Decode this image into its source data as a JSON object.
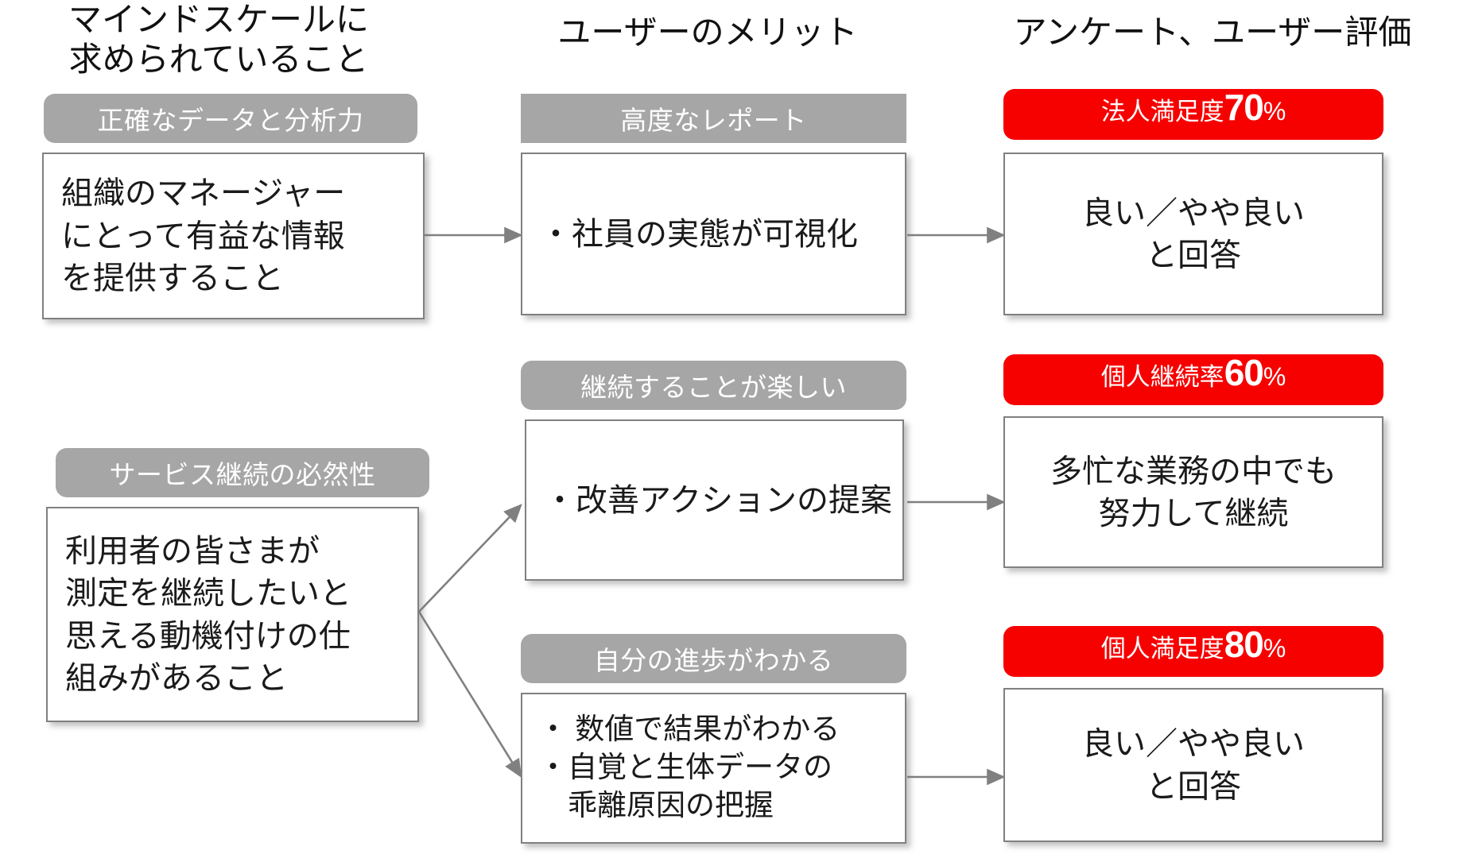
{
  "columns": [
    {
      "title": "マインドスケールに\n求められていること"
    },
    {
      "title": "ユーザーのメリット"
    },
    {
      "title": "アンケート、ユーザー評価"
    }
  ],
  "col1": {
    "items": [
      {
        "badge": "正確なデータと分析力",
        "body": "組織のマネージャー\nにとって有益な情報\nを提供すること"
      },
      {
        "badge": "サービス継続の必然性",
        "body": "利用者の皆さまが\n測定を継続したいと\n思える動機付けの仕\n組みがあること"
      }
    ]
  },
  "col2": {
    "items": [
      {
        "badge": "高度なレポート",
        "body": "・社員の実態が可視化"
      },
      {
        "badge": "継続することが楽しい",
        "body": "・改善アクションの提案"
      },
      {
        "badge": "自分の進歩がわかる",
        "body": "・ 数値で結果がわかる\n・自覚と生体データの\n　乖離原因の把握"
      }
    ]
  },
  "col3": {
    "items": [
      {
        "badge_label": "法人満足度",
        "badge_value": "70",
        "badge_sign": "%",
        "body": "良い／やや良い\nと回答"
      },
      {
        "badge_label": "個人継続率",
        "badge_value": "60",
        "badge_sign": "%",
        "body": "多忙な業務の中でも\n努力して継続"
      },
      {
        "badge_label": "個人満足度",
        "badge_value": "80",
        "badge_sign": "%",
        "body": "良い／やや良い\nと回答"
      }
    ]
  },
  "colors": {
    "badge_gray": "#a6a6a6",
    "badge_red": "#f70000",
    "box_border": "#808080",
    "connector": "#7f7f7f",
    "text": "#1a1a1a"
  }
}
